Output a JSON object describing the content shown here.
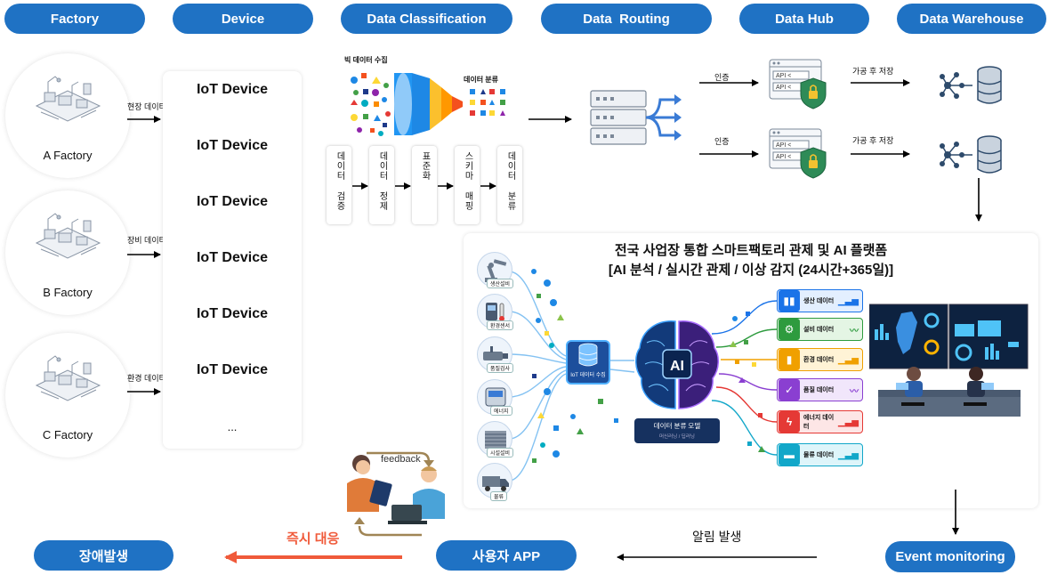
{
  "headers": {
    "factory": "Factory",
    "device": "Device",
    "classification": "Data Classification",
    "routing": "Data  Routing",
    "hub": "Data Hub",
    "warehouse": "Data Warehouse"
  },
  "factories": [
    {
      "label": "A Factory",
      "edge_label": "현장 데이터"
    },
    {
      "label": "B Factory",
      "edge_label": "장비 데이터"
    },
    {
      "label": "C Factory",
      "edge_label": "환경 데이터"
    }
  ],
  "devices": [
    "IoT Device",
    "IoT Device",
    "IoT Device",
    "IoT Device",
    "IoT Device",
    "IoT Device",
    "..."
  ],
  "classification": {
    "collect_label": "빅 데이터 수집",
    "classify_label": "데이터 분류",
    "steps": [
      "데이터 검증",
      "데이터 정제",
      "표준화",
      "스키마 매핑",
      "데이터 분류"
    ]
  },
  "routing": {
    "auth_label": "인증",
    "store_label": "가공 후 저장",
    "api_line": "API <"
  },
  "platform": {
    "title_line1": "전국 사업장 통합 스마트팩토리 관제 및 AI 플랫폼",
    "title_line2": "[AI 분석 / 실시간 관제 / 이상 감지 (24시간+365일)]",
    "sources": [
      "생산설비",
      "환경센서",
      "품질검사",
      "에너지",
      "시설설비",
      "물류"
    ],
    "hub_label": "IoT 데이터 수집",
    "ai_label": "AI",
    "model_title": "데이터 분류 모델",
    "model_sub": "머신러닝 / 딥러닝",
    "categories": [
      {
        "label": "생산 데이터",
        "color": "#1a73e8",
        "bg": "#e3efff",
        "icon": "bar-chart-icon"
      },
      {
        "label": "설비 데이터",
        "color": "#2e9b3e",
        "bg": "#e4f5e4",
        "icon": "gear-icon"
      },
      {
        "label": "환경 데이터",
        "color": "#f0a000",
        "bg": "#fff3d6",
        "icon": "thermometer-icon"
      },
      {
        "label": "품질 데이터",
        "color": "#8a3fd1",
        "bg": "#f1e6fb",
        "icon": "shield-check-icon"
      },
      {
        "label": "에너지 데이터",
        "color": "#e53935",
        "bg": "#fde6e6",
        "icon": "lightning-icon"
      },
      {
        "label": "물류 데이터",
        "color": "#12a7c9",
        "bg": "#def5fa",
        "icon": "truck-icon"
      }
    ]
  },
  "bottom": {
    "event_monitoring": "Event monitoring",
    "alert": "알림 발생",
    "user_app": "사용자 APP",
    "response": "즉시 대응",
    "failure": "장애발생",
    "feedback": "feedback"
  },
  "colors": {
    "pill": "#1f72c4",
    "response_arrow": "#f05a3a"
  }
}
